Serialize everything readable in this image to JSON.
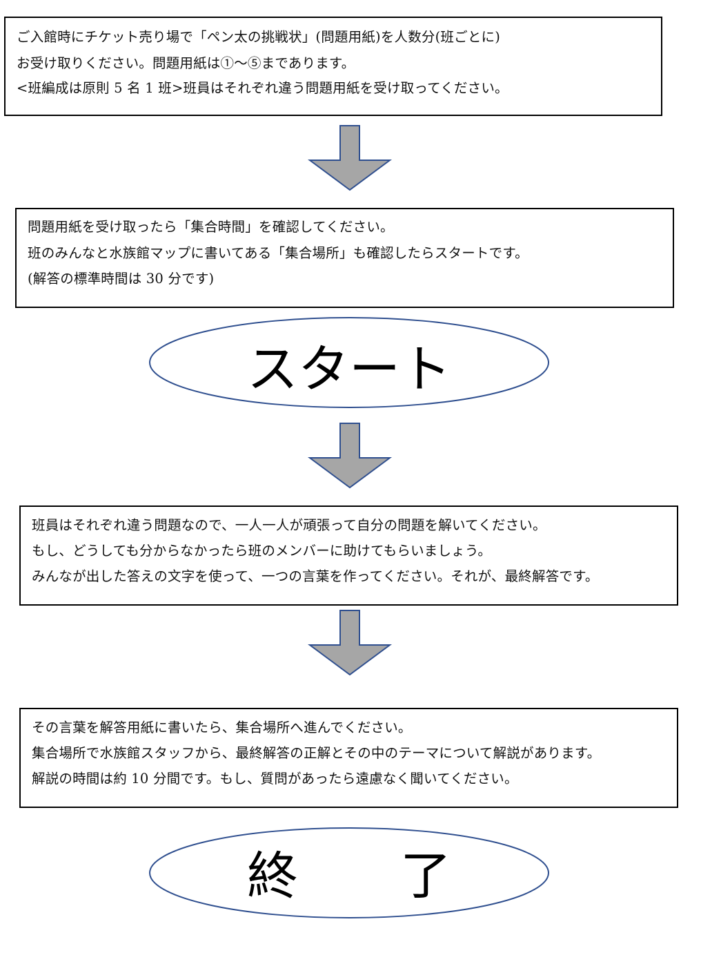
{
  "steps": [
    {
      "lines": [
        "ご入館時にチケット売り場で「ペン太の挑戦状」(問題用紙)を人数分(班ごとに)",
        "お受け取りください。問題用紙は①〜⑤まであります。",
        "<班編成は原則 5 名 1 班>班員はそれぞれ違う問題用紙を受け取ってください。"
      ]
    },
    {
      "lines": [
        "問題用紙を受け取ったら「集合時間」を確認してください。",
        "班のみんなと水族館マップに書いてある「集合場所」も確認したらスタートです。",
        "(解答の標準時間は 30 分です)"
      ]
    },
    {
      "lines": [
        "班員はそれぞれ違う問題なので、一人一人が頑張って自分の問題を解いてください。",
        "もし、どうしても分からなかったら班のメンバーに助けてもらいましょう。",
        "みんなが出した答えの文字を使って、一つの言葉を作ってください。それが、最終解答です。"
      ]
    },
    {
      "lines": [
        "その言葉を解答用紙に書いたら、集合場所へ進んでください。",
        "集合場所で水族館スタッフから、最終解答の正解とその中のテーマについて解説があります。",
        "解説の時間は約 10 分間です。もし、質問があったら遠慮なく聞いてください。"
      ]
    }
  ],
  "start_label": "スタート",
  "end_label": "終　　了",
  "colors": {
    "arrow_fill": "#a6a6a6",
    "arrow_stroke": "#2f4f8f",
    "ellipse_stroke": "#2f4f8f",
    "box_border": "#000000"
  }
}
